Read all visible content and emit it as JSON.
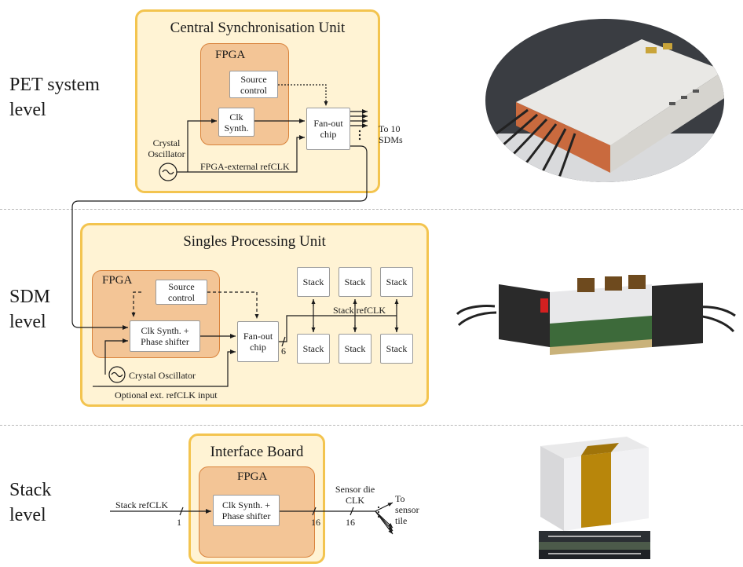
{
  "levels": {
    "pet": {
      "line1": "PET system",
      "line2": "level"
    },
    "sdm": {
      "line1": "SDM",
      "line2": "level"
    },
    "stack": {
      "line1": "Stack",
      "line2": "level"
    }
  },
  "csu": {
    "title": "Central Synchronisation Unit",
    "fpga": "FPGA",
    "source_control": "Source control",
    "clk_synth": "Clk Synth.",
    "fanout": "Fan-out chip",
    "crystal": "Crystal Oscillator",
    "refclk": "FPGA-external refCLK",
    "to_sdms": "To 10 SDMs"
  },
  "spu": {
    "title": "Singles Processing Unit",
    "fpga": "FPGA",
    "source_control": "Source control",
    "clk_synth": "Clk Synth. + Phase shifter",
    "fanout": "Fan-out chip",
    "crystal": "Crystal Oscillator",
    "ext_input": "Optional ext. refCLK input",
    "bus_count": "6",
    "stack_refclk": "Stack refCLK",
    "stack_label": "Stack"
  },
  "ib": {
    "title": "Interface Board",
    "fpga": "FPGA",
    "clk_synth": "Clk Synth. + Phase shifter",
    "in_label": "Stack refCLK",
    "in_count": "1",
    "out_count": "16",
    "out_count2": "16",
    "sensor_clk": "Sensor die CLK",
    "to_tile": "To sensor tile"
  },
  "colors": {
    "unit_fill": "#fff3d4",
    "unit_border": "#f3c44f",
    "fpga_fill": "#f3c596",
    "fpga_border": "#d9823a"
  }
}
